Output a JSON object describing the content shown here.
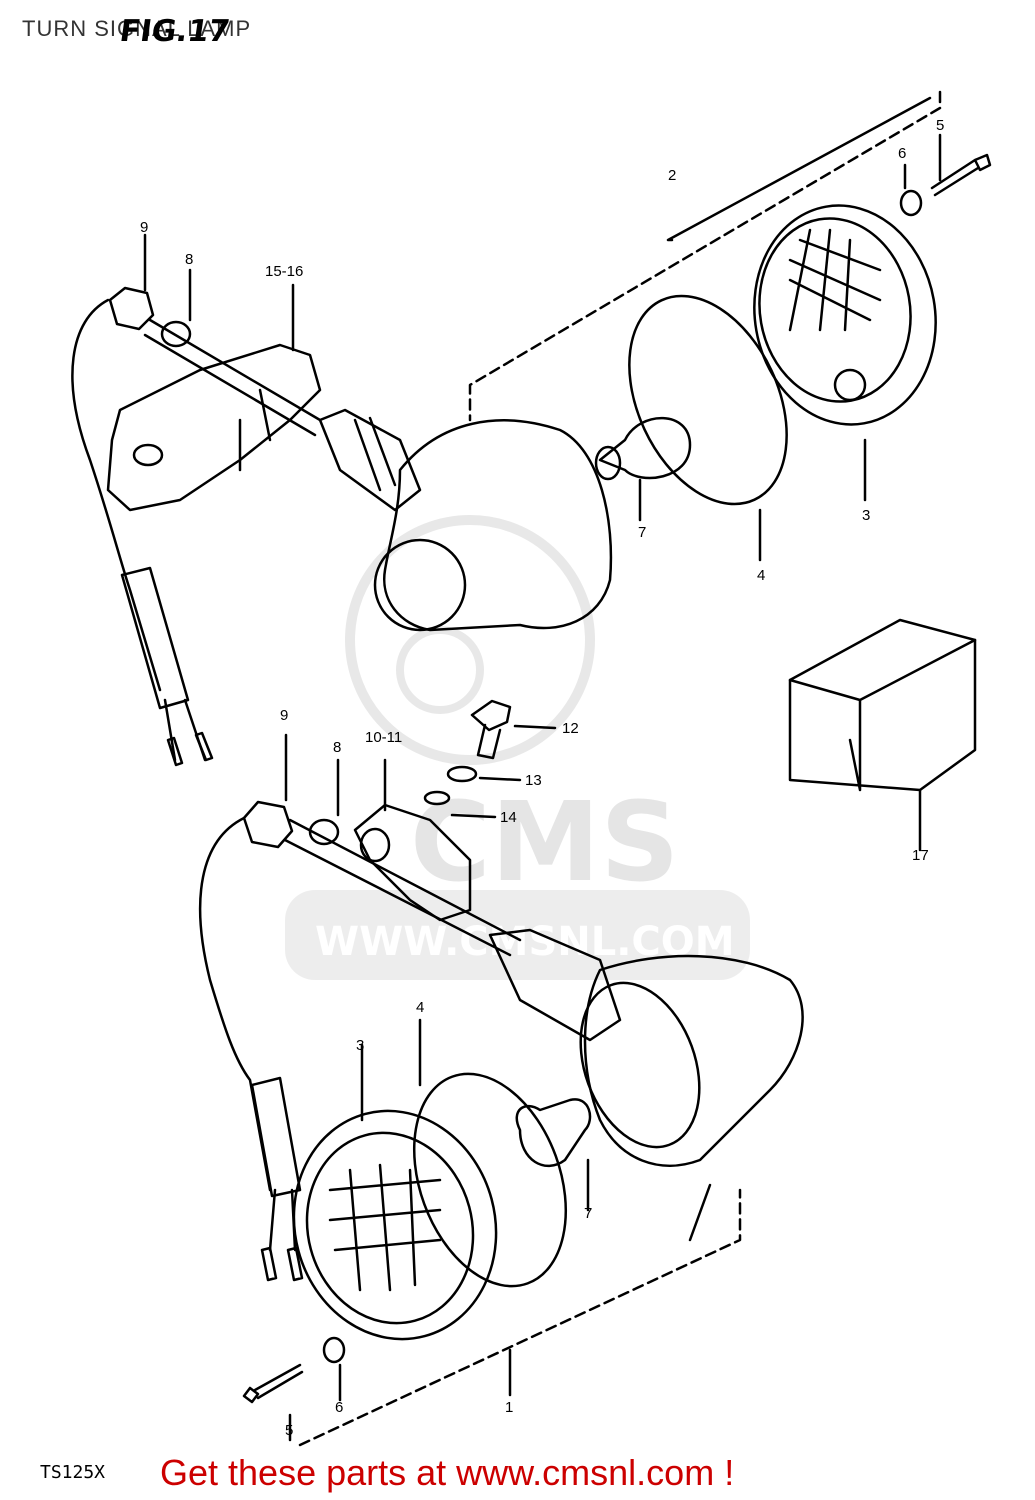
{
  "header": {
    "title": "TURN SIGNAL LAMP",
    "figure": "FIG.17"
  },
  "watermark": {
    "brand": "CMS",
    "url": "WWW.CMSNL.COM"
  },
  "callouts": [
    "1",
    "2",
    "3",
    "4",
    "5",
    "6",
    "7",
    "8",
    "9",
    "10-11",
    "12",
    "13",
    "14",
    "15-16",
    "17"
  ],
  "labels": {
    "upper_9": "9",
    "upper_8": "8",
    "upper_15_16": "15-16",
    "upper_2": "2",
    "upper_6": "6",
    "upper_5": "5",
    "upper_3": "3",
    "upper_4": "4",
    "upper_7": "7",
    "lower_9": "9",
    "lower_8": "8",
    "lower_10_11": "10-11",
    "lower_12": "12",
    "lower_13": "13",
    "lower_14": "14",
    "lower_17": "17",
    "lower_4": "4",
    "lower_3": "3",
    "lower_7": "7",
    "lower_6": "6",
    "lower_5": "5",
    "lower_1": "1"
  },
  "footer": {
    "model": "TS125X",
    "promo": "Get these parts at www.cmsnl.com !"
  },
  "colors": {
    "ink": "#000000",
    "watermark": "#e3e3e3",
    "promo": "#cc0000"
  }
}
